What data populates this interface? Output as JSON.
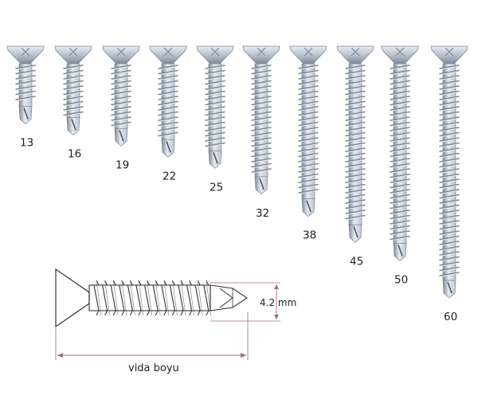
{
  "screws": [
    {
      "length_mm": 13,
      "label": "13"
    },
    {
      "length_mm": 16,
      "label": "16"
    },
    {
      "length_mm": 19,
      "label": "19"
    },
    {
      "length_mm": 22,
      "label": "22"
    },
    {
      "length_mm": 25,
      "label": "25"
    },
    {
      "length_mm": 32,
      "label": "32"
    },
    {
      "length_mm": 38,
      "label": "38"
    },
    {
      "length_mm": 45,
      "label": "45"
    },
    {
      "length_mm": 50,
      "label": "50"
    },
    {
      "length_mm": 60,
      "label": "60"
    }
  ],
  "diagram": {
    "diameter_label": "4.2 mm",
    "length_label": "vida boyu"
  },
  "colors": {
    "metal_light": "#e6ebf1",
    "metal_mid": "#b9c3cf",
    "metal_dark": "#7d8a98",
    "dimension_line": "#a56d6d",
    "outline": "#333333"
  }
}
